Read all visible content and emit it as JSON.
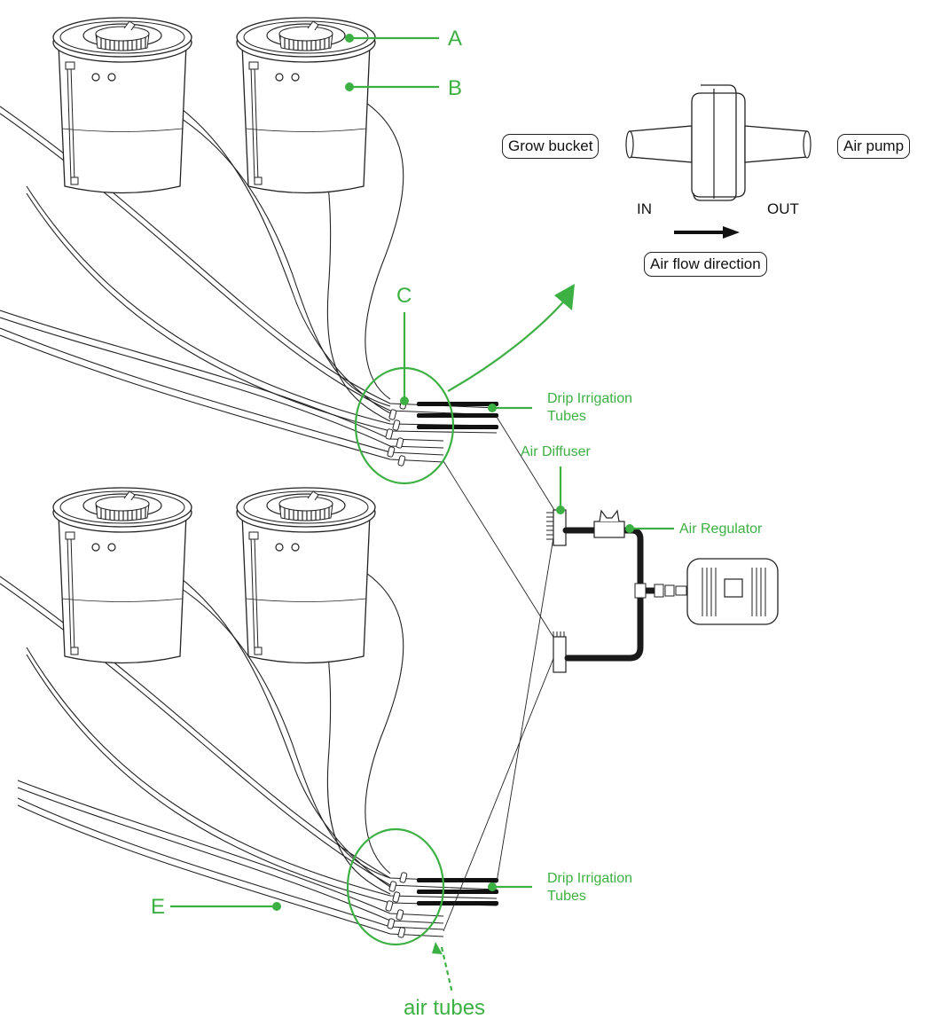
{
  "callouts": {
    "a": "A",
    "b": "B",
    "c": "C",
    "e": "E"
  },
  "component_labels": {
    "drip_top": [
      "Drip Irrigation",
      "Tubes"
    ],
    "drip_bottom": [
      "Drip Irrigation",
      "Tubes"
    ],
    "air_diffuser": "Air Diffuser",
    "air_regulator": "Air Regulator",
    "air_tubes": "air tubes"
  },
  "valve_inset": {
    "grow_bucket": "Grow bucket",
    "air_pump": "Air pump",
    "in": "IN",
    "out": "OUT",
    "direction": "Air flow direction"
  },
  "colors": {
    "accent": "#3db043",
    "line": "#222222"
  }
}
